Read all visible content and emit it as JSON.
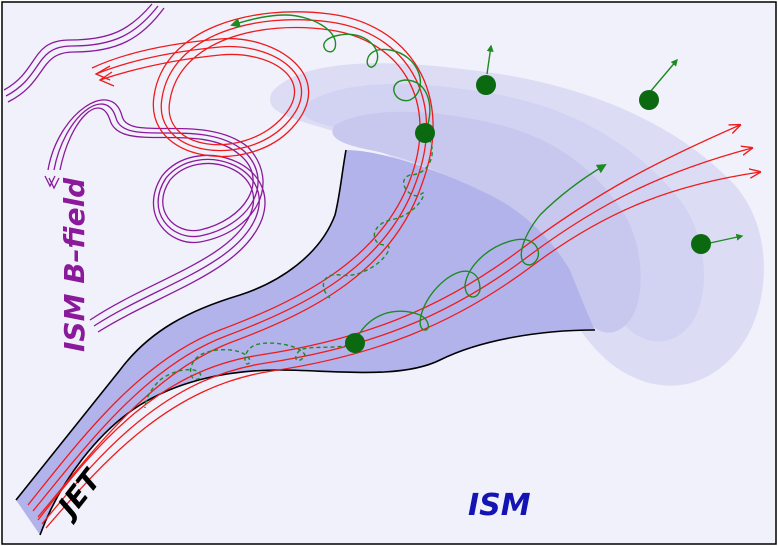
{
  "labels": {
    "jet": "JET",
    "ism": "ISM",
    "ism_bfield": "ISM B–field"
  },
  "colors": {
    "frame_background": "#f1f1fb",
    "jet_fill": "#b3b3ec",
    "halo_fill": "#c8c8ef",
    "jet_field_lines": "#ee1c1c",
    "ism_field_lines": "#8a1a9a",
    "particles": "#0b6a10",
    "particle_paths": "#1e8a22",
    "jet_label": "#000000",
    "ism_label": "#1414b4",
    "bfield_label": "#8a1a9a"
  },
  "icons": [
    "particle-dot-icon",
    "velocity-arrow-icon",
    "field-arrowhead-icon"
  ]
}
